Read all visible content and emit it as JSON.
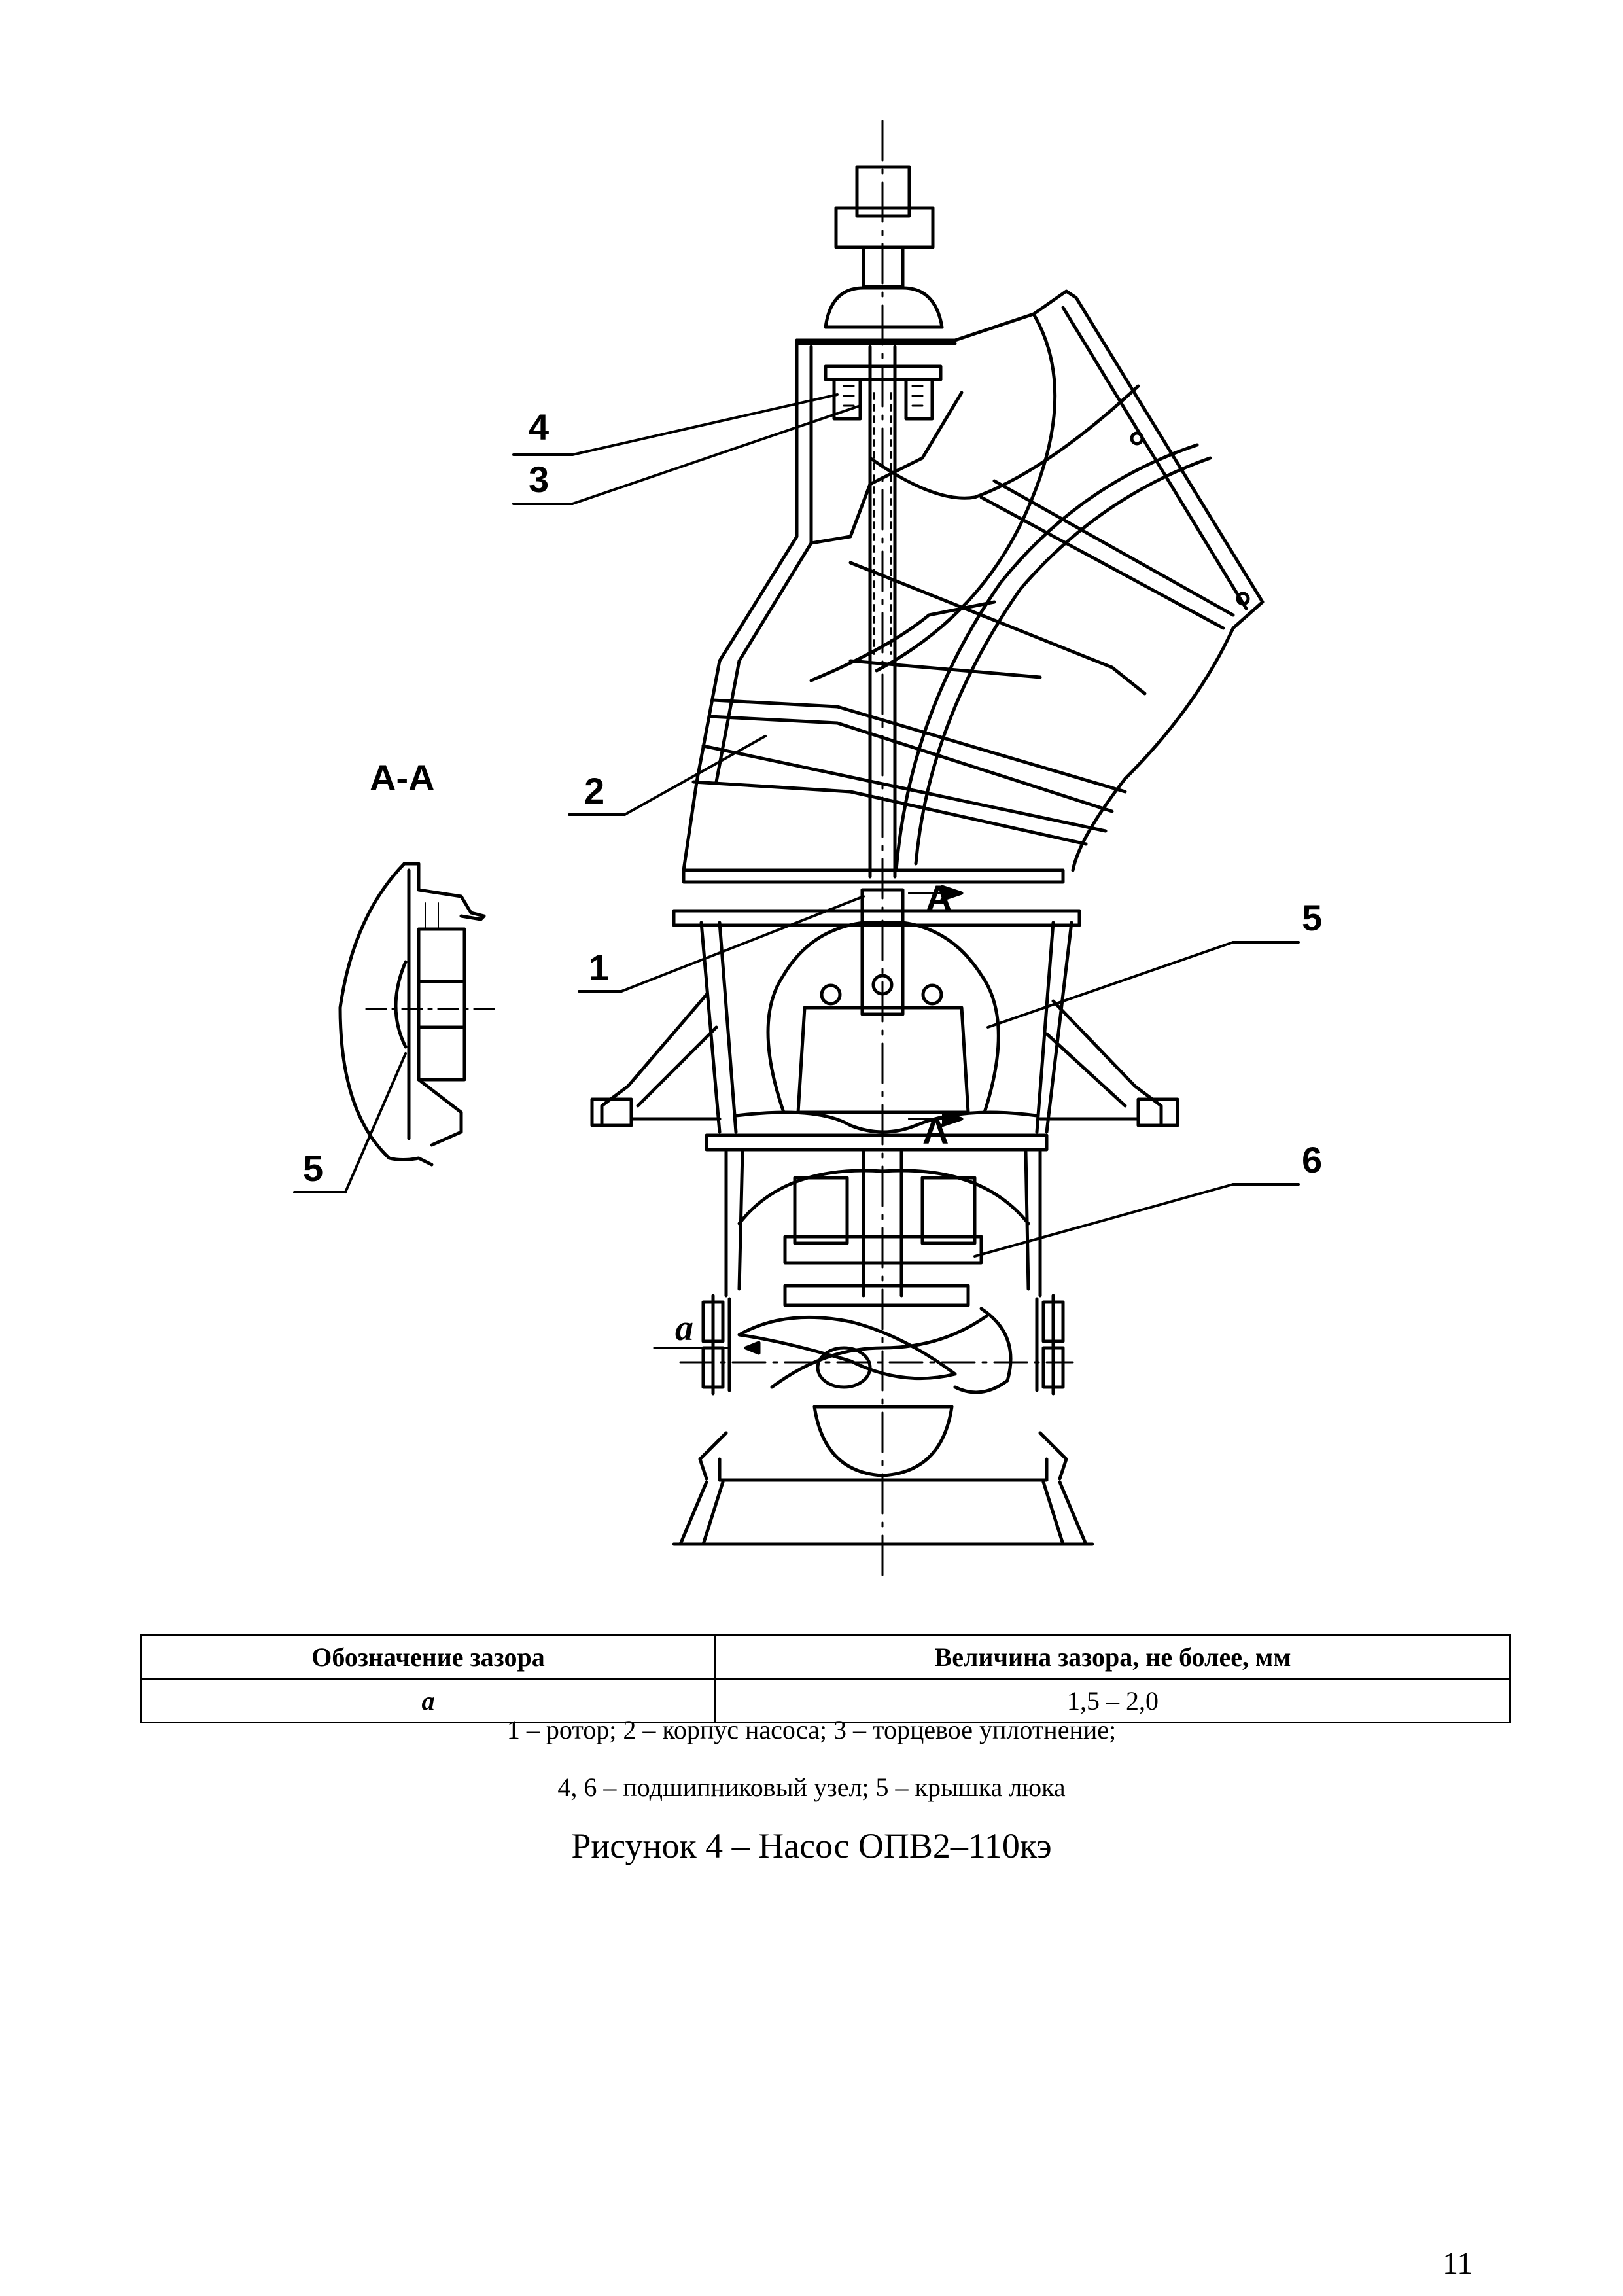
{
  "figure": {
    "section_label": "А-А",
    "callouts": [
      "1",
      "2",
      "3",
      "4",
      "5",
      "6"
    ],
    "section_mark": "А",
    "gap_symbol": "a"
  },
  "table": {
    "headers": [
      "Обозначение зазора",
      "Величина зазора, не более, мм"
    ],
    "rows": [
      [
        "a",
        "1,5 – 2,0"
      ]
    ]
  },
  "legend": {
    "line1": "1 – ротор; 2 – корпус  насоса; 3 – торцевое уплотнение;",
    "line2": "4, 6 – подшипниковый узел; 5 – крышка  люка"
  },
  "caption": "Рисунок 4 – Насос ОПВ2–110кэ",
  "page_number": "11"
}
